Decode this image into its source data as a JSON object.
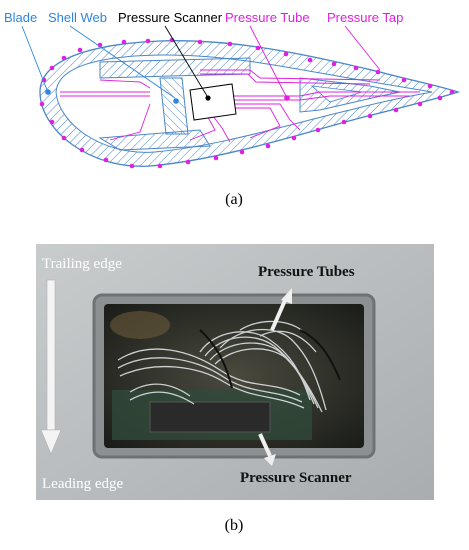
{
  "part_a": {
    "labels": {
      "blade": "Blade",
      "shell_web": "Shell Web",
      "pressure_scanner": "Pressure Scanner",
      "pressure_tube": "Pressure Tube",
      "pressure_tap": "Pressure Tap"
    },
    "caption": "(a)",
    "colors": {
      "blue": "#2e86de",
      "magenta": "#e020e0",
      "hatch": "#3d7fc4",
      "black": "#000000"
    }
  },
  "part_b": {
    "labels": {
      "trailing_edge": "Trailing edge",
      "leading_edge": "Leading edge",
      "pressure_tubes": "Pressure Tubes",
      "pressure_scanner": "Pressure Scanner"
    },
    "caption": "(b)"
  }
}
